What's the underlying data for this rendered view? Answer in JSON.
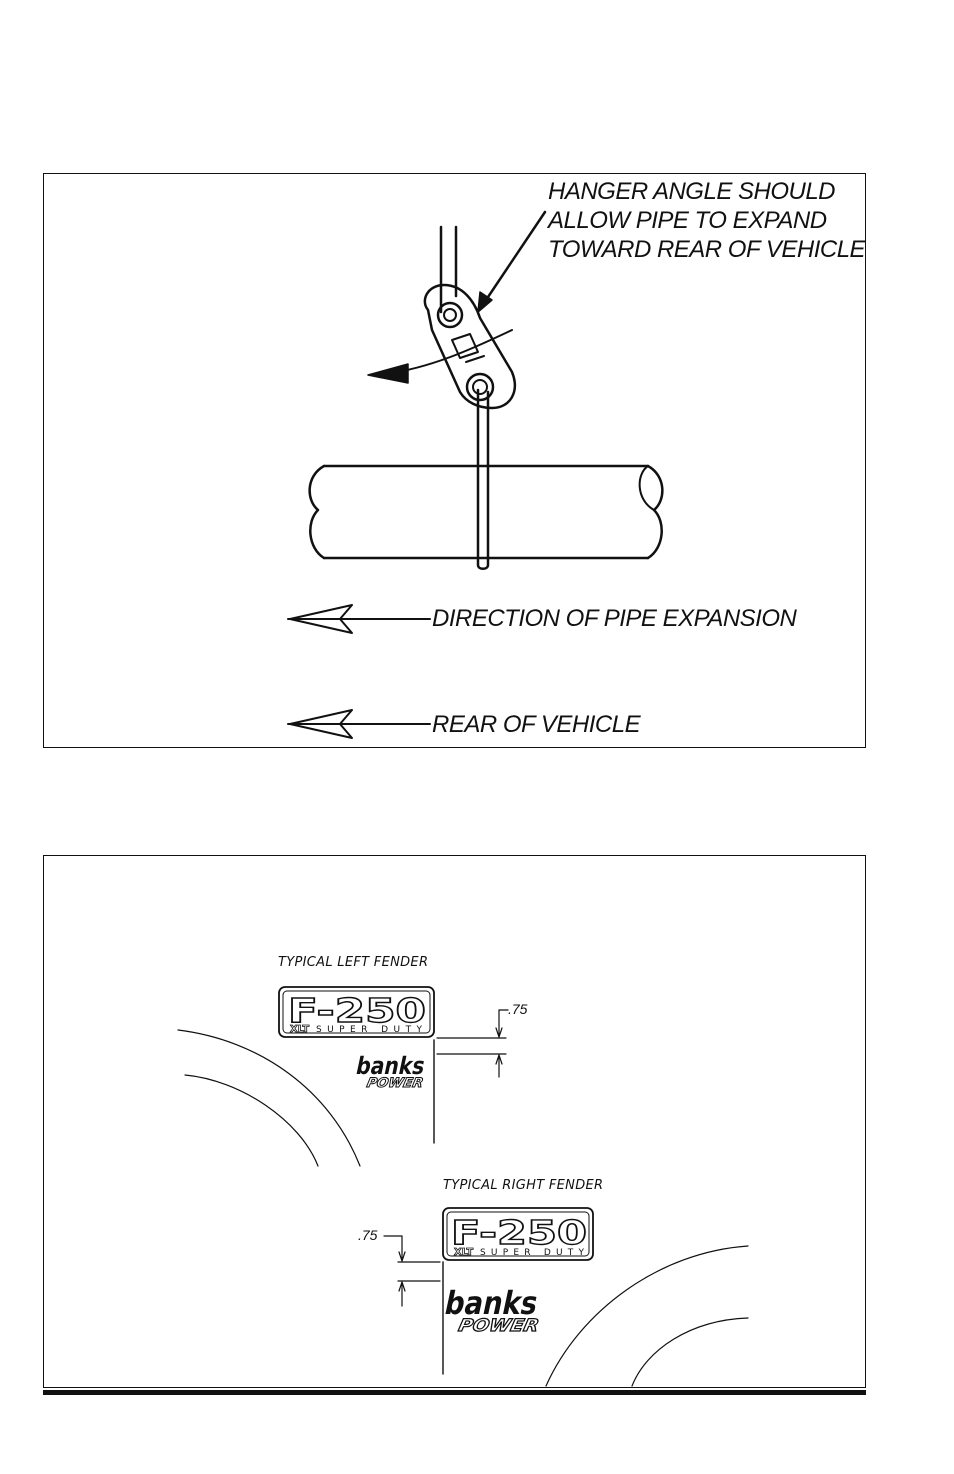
{
  "top_figure": {
    "hanger_note_lines": [
      "HANGER ANGLE SHOULD",
      "ALLOW PIPE TO EXPAND",
      "TOWARD REAR OF VEHICLE"
    ],
    "expansion_label": "DIRECTION OF PIPE EXPANSION",
    "rear_label": "REAR OF VEHICLE"
  },
  "bottom_figure": {
    "left_fender_title": "TYPICAL LEFT FENDER",
    "right_fender_title": "TYPICAL RIGHT FENDER",
    "left_dimension": ".75",
    "right_dimension": ".75",
    "badge_model": "F-250",
    "badge_trim": "XLT",
    "badge_line": "SUPER DUTY",
    "logo_brand": "banks",
    "logo_word": "POWER"
  }
}
